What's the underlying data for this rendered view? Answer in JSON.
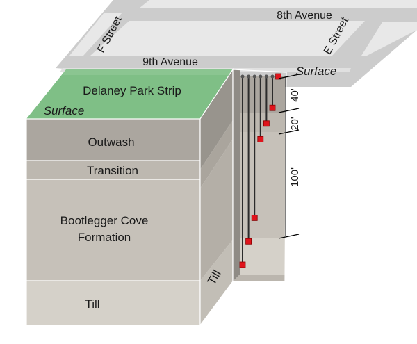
{
  "streets": {
    "eighth_avenue": "8th Avenue",
    "ninth_avenue": "9th Avenue",
    "f_street": "F Street",
    "e_street": "E Street"
  },
  "surface_labels": {
    "street_surface": "Surface",
    "park_surface": "Surface"
  },
  "layers": {
    "park": "Delaney Park Strip",
    "outwash": "Outwash",
    "transition": "Transition",
    "bootlegger_line1": "Bootlegger Cove",
    "bootlegger_line2": "Formation",
    "till": "Till",
    "till_side": "Till"
  },
  "dimensions": {
    "depth_40": "40'",
    "depth_20": "20'",
    "depth_100": "100'"
  },
  "colors": {
    "park_green": "#7fbf86",
    "street_gray": "#cfcfcf",
    "block_gray": "#e6e6e6",
    "outwash": "#aba69f",
    "transition": "#bdb8b0",
    "bootlegger": "#c6c1b9",
    "till": "#d5d1c9",
    "sensor_red": "#e0141c"
  },
  "sensors": {
    "count": 7,
    "depths_ft": [
      0,
      40,
      60,
      80,
      180,
      210,
      240
    ],
    "marker_shape": "red square"
  }
}
